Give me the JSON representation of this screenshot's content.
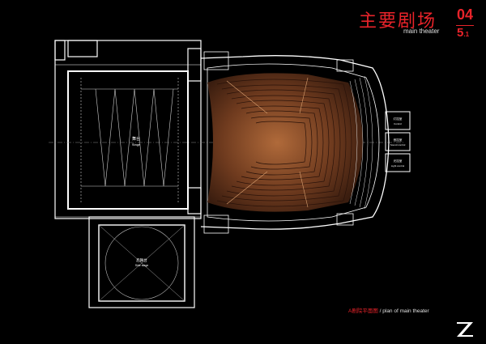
{
  "header": {
    "title_cn": "主要剧场",
    "title_en": "main theater",
    "page_number": "04",
    "page_sub": "5",
    "page_sub_suffix": ".1"
  },
  "caption": {
    "cn": "A剧院平面图",
    "en": " / plan of main theater"
  },
  "plan_labels": {
    "stage_cn": "舞台",
    "stage_en": "Stage",
    "side_stage_cn": "后舞台",
    "side_stage_en": "Side stage",
    "control_cn": "灯控室",
    "control_en": "Control",
    "sound_cn": "音控室",
    "sound_en": "Sound control",
    "light_cn": "光控室",
    "light_en": "Light control"
  },
  "colors": {
    "accent": "#e8232a",
    "line": "#ffffff",
    "seat_wood": "#8a4a2a",
    "background": "#000000"
  }
}
